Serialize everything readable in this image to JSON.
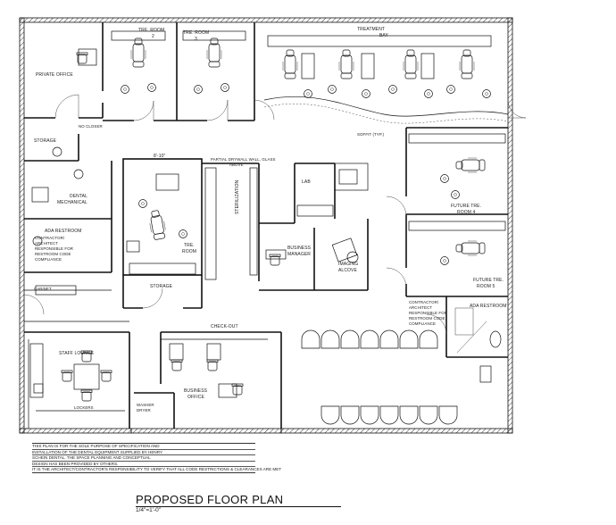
{
  "rooms": {
    "private_office": "PRIVATE OFFICE",
    "treatment_room_2_line1": "TRE. ROOM",
    "treatment_room_2_line2": "2",
    "treatment_room_3_line1": "TRE. ROOM",
    "treatment_room_3_line2": "3",
    "treatment_bay_line1": "TREATMENT",
    "treatment_bay_line2": "BAY",
    "no_closer": "NO CLOSER",
    "storage_top": "STORAGE",
    "soffit": "SOFFIT (TYP.)",
    "dimension": "8'-10\"",
    "partial_wall_line1": "PARTIAL DRYWALL WALL, GLASS",
    "partial_wall_line2": "ABOVE",
    "dental_mechanical_line1": "DENTAL",
    "dental_mechanical_line2": "MECHANICAL",
    "sterilization": "STERILIZATION",
    "lab": "LAB",
    "future_room_4_line1": "FUTURE TRE.",
    "future_room_4_line2": "ROOM 4",
    "ada_restroom_left": "ADA RESTROOM",
    "tre_room_line1": "TRE.",
    "tre_room_line2": "ROOM",
    "business_manager_line1": "BUSINESS",
    "business_manager_line2": "MANAGER",
    "imaging_alcove_line1": "IMAGING",
    "imaging_alcove_line2": "ALCOVE",
    "future_room_5_line1": "FUTURE TRE.",
    "future_room_5_line2": "ROOM 5",
    "storage_center": "STORAGE",
    "cabinet": "CABINET",
    "ada_restroom_right": "ADA RESTROOM",
    "check_out": "CHECK-OUT",
    "staff_lounge": "STAFF LOUNGE",
    "business_office_line1": "BUSINESS",
    "business_office_line2": "OFFICE",
    "lockers": "LOCKERS",
    "washer_dryer_line1": "WASHER",
    "washer_dryer_line2": "DRYER"
  },
  "notes": {
    "contractor_left": [
      "CONTRACTOR/",
      "ARCHITECT",
      "RESPONSIBLE FOR",
      "RESTROOM CODE",
      "COMPLIANCE"
    ],
    "contractor_right": [
      "CONTRACTOR/",
      "ARCHITECT",
      "RESPONSIBLE FOR",
      "RESTROOM CODE",
      "COMPLIANCE"
    ]
  },
  "disclaimer": [
    "THIS PLAN IS FOR THE SOLE PURPOSE OF SPECIFICATION AND",
    "INSTALLATION OF THE DENTAL EQUIPMENT SUPPLIED BY HENRY",
    "SCHEIN DENTAL.  THE SPACE PLANNING AND CONCEPTUAL",
    "DESIGN HAS BEEN PROVIDED BY OTHERS.",
    "IT IS THE ARCHITECT/CONTRACTOR'S RESPONSIBILITY TO VERIFY THAT ALL CODE RESTRICTIONS & CLEARANCES ARE MET"
  ],
  "title": "PROPOSED FLOOR PLAN",
  "scale": "1/4\"=1'-0\""
}
